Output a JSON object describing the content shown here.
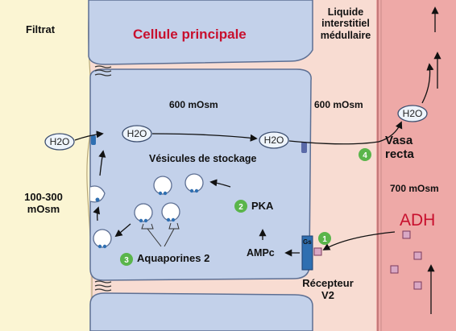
{
  "labels": {
    "filtrat": "Filtrat",
    "cellule": "Cellule principale",
    "liquide_line1": "Liquide",
    "liquide_line2": "interstitiel",
    "liquide_line3": "médullaire",
    "osm_cell": "600 mOsm",
    "osm_inter": "600 mOsm",
    "vesicules": "Vésicules de stockage",
    "filtrat_osm_line1": "100-300",
    "filtrat_osm_line2": "mOsm",
    "pka": "PKA",
    "aquaporines": "Aquaporines 2",
    "ampc": "AMPc",
    "gs": "Gs",
    "recepteur_line1": "Récepteur",
    "recepteur_line2": "V2",
    "vasa_line1": "Vasa",
    "vasa_line2": "recta",
    "osm_vasa": "700 mOsm",
    "adh": "ADH",
    "h2o": "H2O"
  },
  "steps": [
    "1",
    "2",
    "3",
    "4"
  ],
  "colors": {
    "filtrat_bg": "#fbf5d3",
    "cell_fill": "#c3d1ea",
    "cell_stroke": "#5d6f93",
    "interstitial_bg": "#f8dcd2",
    "vasa_bg": "#eea9a7",
    "step_green": "#5ab54b",
    "adh_red": "#c8102e",
    "adh_particle": "#d9a8c4",
    "receptor_blue": "#2f6fb1"
  }
}
